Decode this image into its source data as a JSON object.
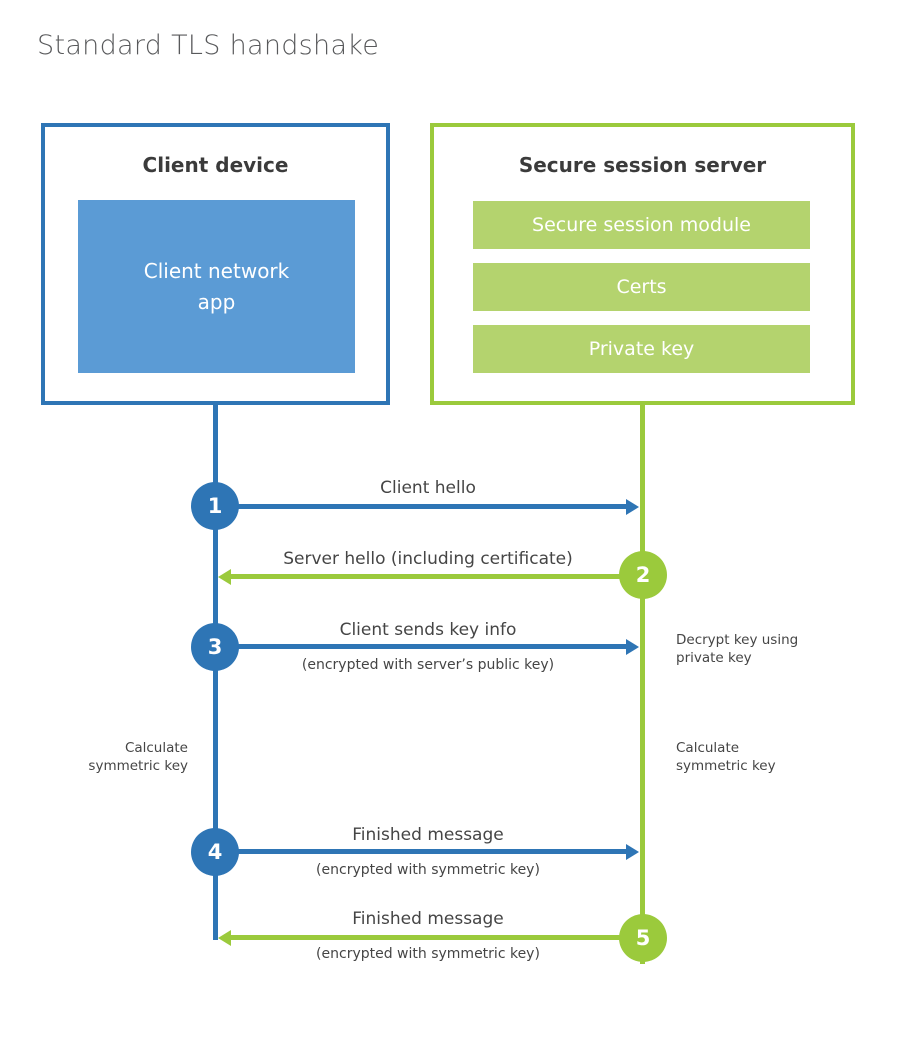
{
  "page": {
    "title": "Standard TLS handshake"
  },
  "colors": {
    "blue": "#2e75b5",
    "blue_light": "#5b9bd5",
    "green": "#9bca3c",
    "green_light": "#b4d36e"
  },
  "client": {
    "header": "Client device",
    "app_label": "Client network\napp"
  },
  "server": {
    "header": "Secure session server",
    "modules": [
      {
        "label": "Secure session module"
      },
      {
        "label": "Certs"
      },
      {
        "label": "Private key"
      }
    ]
  },
  "steps": [
    {
      "num": "1",
      "label": "Client hello",
      "sub": "",
      "from": "client",
      "to": "server"
    },
    {
      "num": "2",
      "label": "Server hello (including certificate)",
      "sub": "",
      "from": "server",
      "to": "client"
    },
    {
      "num": "3",
      "label": "Client sends key info",
      "sub": "(encrypted with server’s public key)",
      "from": "client",
      "to": "server"
    },
    {
      "num": "4",
      "label": "Finished message",
      "sub": "(encrypted with symmetric key)",
      "from": "client",
      "to": "server"
    },
    {
      "num": "5",
      "label": "Finished message",
      "sub": "(encrypted with symmetric key)",
      "from": "server",
      "to": "client"
    }
  ],
  "side_notes": {
    "decrypt": "Decrypt key using\nprivate key",
    "calc_left": "Calculate\nsymmetric key",
    "calc_right": "Calculate\nsymmetric key"
  }
}
